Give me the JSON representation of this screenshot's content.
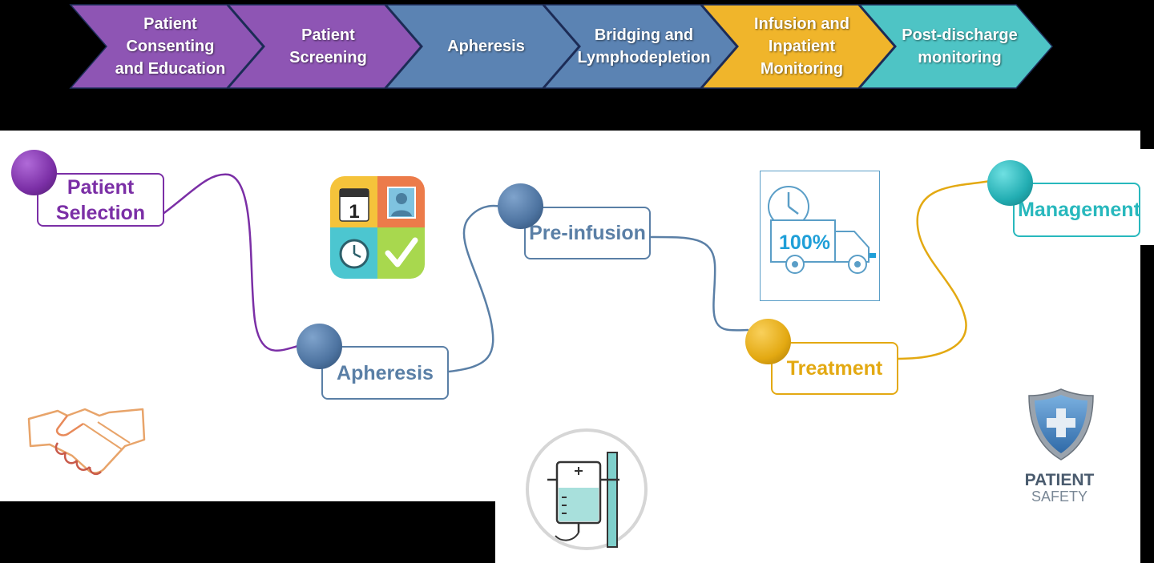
{
  "process_steps": [
    {
      "label": "Patient\nConsenting\nand Education",
      "color": "#8e55b4"
    },
    {
      "label": "Patient\nScreening",
      "color": "#8e55b4"
    },
    {
      "label": "Apheresis",
      "color": "#5b83b3"
    },
    {
      "label": "Bridging and\nLymphodepletion",
      "color": "#5b83b3"
    },
    {
      "label": "Infusion and\nInpatient\nMonitoring",
      "color": "#f0b52b"
    },
    {
      "label": "Post-discharge\nmonitoring",
      "color": "#4ec4c5"
    }
  ],
  "journey_nodes": [
    {
      "label": "Patient\nSelection",
      "color": "#7b2fa6"
    },
    {
      "label": "Apheresis",
      "color": "#5a7fa6"
    },
    {
      "label": "Pre-infusion",
      "color": "#5a7fa6"
    },
    {
      "label": "Treatment",
      "color": "#e3a912"
    },
    {
      "label": "Management",
      "color": "#28b8bd"
    }
  ],
  "icons": {
    "calendar_day": "1",
    "truck_percent": "100%",
    "patient_safety_line1": "PATIENT",
    "patient_safety_line2": "SAFETY"
  }
}
